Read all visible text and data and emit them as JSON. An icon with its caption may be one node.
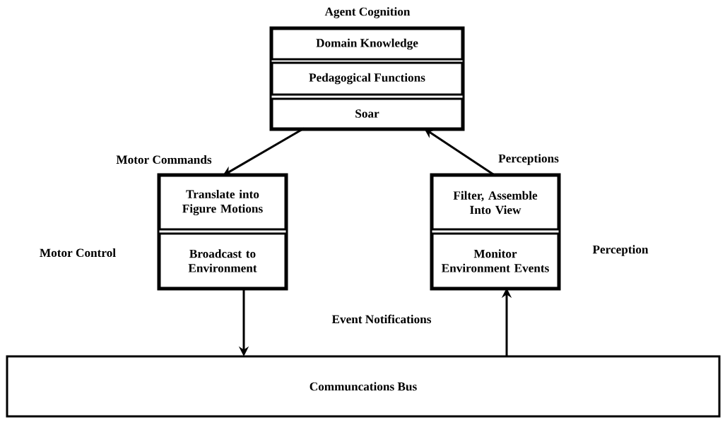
{
  "diagram": {
    "nodes": [
      {
        "text": [
          "Agent Cognition"
        ]
      },
      {
        "text": [
          "Domain Knowledge"
        ],
        "in": 0
      },
      {
        "text": [
          "Pedagogical Functions"
        ],
        "in": 0
      },
      {
        "text": [
          "Soar"
        ],
        "in": 0
      },
      {
        "text": [
          "Motor Control"
        ]
      },
      {
        "text": [
          "Translate into Figure Motions"
        ],
        "in": 4
      },
      {
        "text": [
          "Broadcast to Environment"
        ],
        "in": 4
      },
      {
        "text": [
          "Perception"
        ]
      },
      {
        "text": [
          "Filter, Assemble Into View"
        ],
        "in": 7
      },
      {
        "text": [
          "Monitor Environment Events"
        ],
        "in": 7
      },
      {
        "text": [
          "Communcations Bus"
        ]
      }
    ],
    "edges": [
      {
        "from": 3,
        "to": 5,
        "arrow": "to",
        "label": "Motor Commands"
      },
      {
        "from": 8,
        "to": 3,
        "arrow": "to",
        "label": "Perceptions"
      },
      {
        "from": 6,
        "to": 10,
        "arrow": "to"
      },
      {
        "from": 10,
        "to": 9,
        "arrow": "to"
      }
    ],
    "labels": [
      "Event Notifications"
    ]
  }
}
